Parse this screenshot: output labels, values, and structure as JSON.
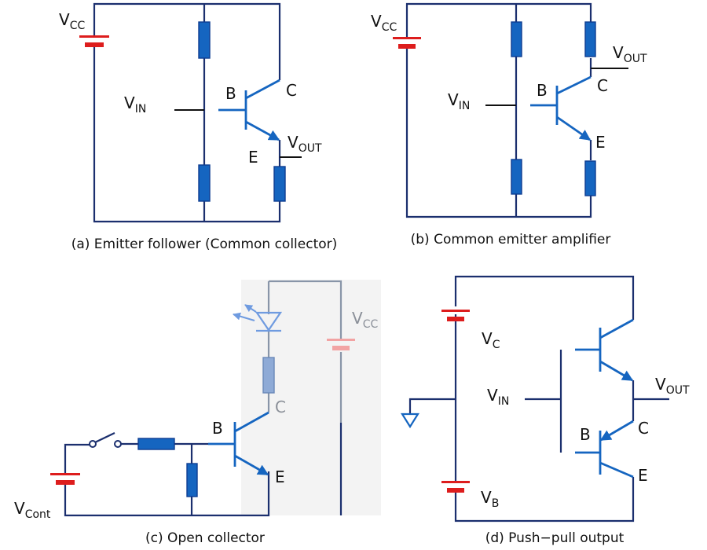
{
  "diagrams": {
    "a": {
      "caption": "(a) Emitter follower (Common collector)",
      "vcc": {
        "main": "V",
        "sub": "CC"
      },
      "vin": {
        "main": "V",
        "sub": "IN"
      },
      "vout": {
        "main": "V",
        "sub": "OUT"
      },
      "b": "B",
      "c": "C",
      "e": "E"
    },
    "b": {
      "caption": "(b) Common emitter amplifier",
      "vcc": {
        "main": "V",
        "sub": "CC"
      },
      "vin": {
        "main": "V",
        "sub": "IN"
      },
      "vout": {
        "main": "V",
        "sub": "OUT"
      },
      "b": "B",
      "c": "C",
      "e": "E"
    },
    "c": {
      "caption": "(c) Open collector",
      "vcc": {
        "main": "V",
        "sub": "CC"
      },
      "vcont": {
        "main": "V",
        "sub": "Cont"
      },
      "b": "B",
      "c": "C",
      "e": "E"
    },
    "d": {
      "caption": "(d) Push−pull output",
      "vc": {
        "main": "V",
        "sub": "C"
      },
      "vb": {
        "main": "V",
        "sub": "B"
      },
      "vin": {
        "main": "V",
        "sub": "IN"
      },
      "vout": {
        "main": "V",
        "sub": "OUT"
      },
      "b": "B",
      "c": "C",
      "e": "E"
    }
  },
  "colors": {
    "wire": "#1b2f6e",
    "transistor": "#1565c0",
    "battery": "#dd1d1d",
    "dimmed": "#8895a8"
  }
}
